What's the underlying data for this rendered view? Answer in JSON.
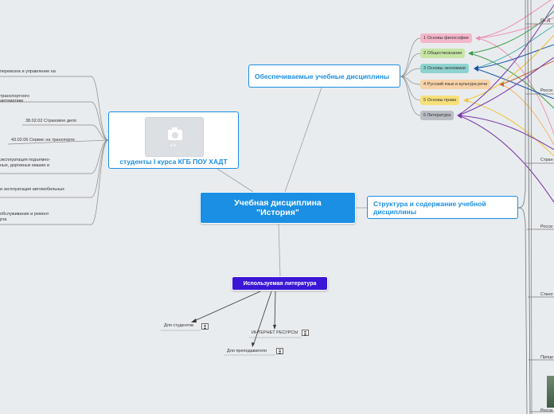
{
  "central": {
    "line1": "Учебная дисциплина",
    "line2": "\"История\""
  },
  "main_nodes": {
    "disciplines": "Обеспечиваемые учебные дисциплины",
    "structure": "Структура и содержание учебной дисциплины",
    "students": "студенты I курса КГБ ПОУ ХАДТ",
    "literature": "Используемая литература"
  },
  "disciplines": [
    {
      "label": "1 Основы философии",
      "color": "#f4b6c9"
    },
    {
      "label": "2 Обществознание",
      "color": "#c6e5a3"
    },
    {
      "label": "3 Основы экономики",
      "color": "#8ed3cf"
    },
    {
      "label": "4 Русский язык и культура речи",
      "color": "#f7d2a8"
    },
    {
      "label": "5 Основы права",
      "color": "#f7e07a"
    },
    {
      "label": "6 Литература",
      "color": "#b9bec4"
    }
  ],
  "specialties": [
    {
      "code": "",
      "text_a": "перевозок и управление на",
      "text_b": ""
    },
    {
      "code": "",
      "text_a": "транспортного",
      "text_b": "автоматики"
    },
    {
      "code": "38.02.02",
      "text_a": "Страховое дело",
      "text_b": ""
    },
    {
      "code": "43.02.06",
      "text_a": "Сервис на транспорте",
      "text_b": ""
    },
    {
      "code": "",
      "text_a": "эксплуатация подъемно-",
      "text_b": "ных, дорожных машин и"
    },
    {
      "code": "",
      "text_a": "и эксплуатация автомобильных",
      "text_b": ""
    },
    {
      "code": "",
      "text_a": "обслуживание и ремонт",
      "text_b": "рта"
    }
  ],
  "literature": {
    "students": "Для студентов",
    "internet": "ИНТЕРНЕТ РЕСУРСЫ",
    "teachers": "Для преподавателя"
  },
  "structure_topics": [
    "От Д",
    "Росси",
    "Стран",
    "Росси",
    "Стано",
    "Проце",
    "Росси"
  ],
  "colors": {
    "accent": "#1a8fe3",
    "literature": "#3a16d6",
    "background": "#e9ecef"
  }
}
